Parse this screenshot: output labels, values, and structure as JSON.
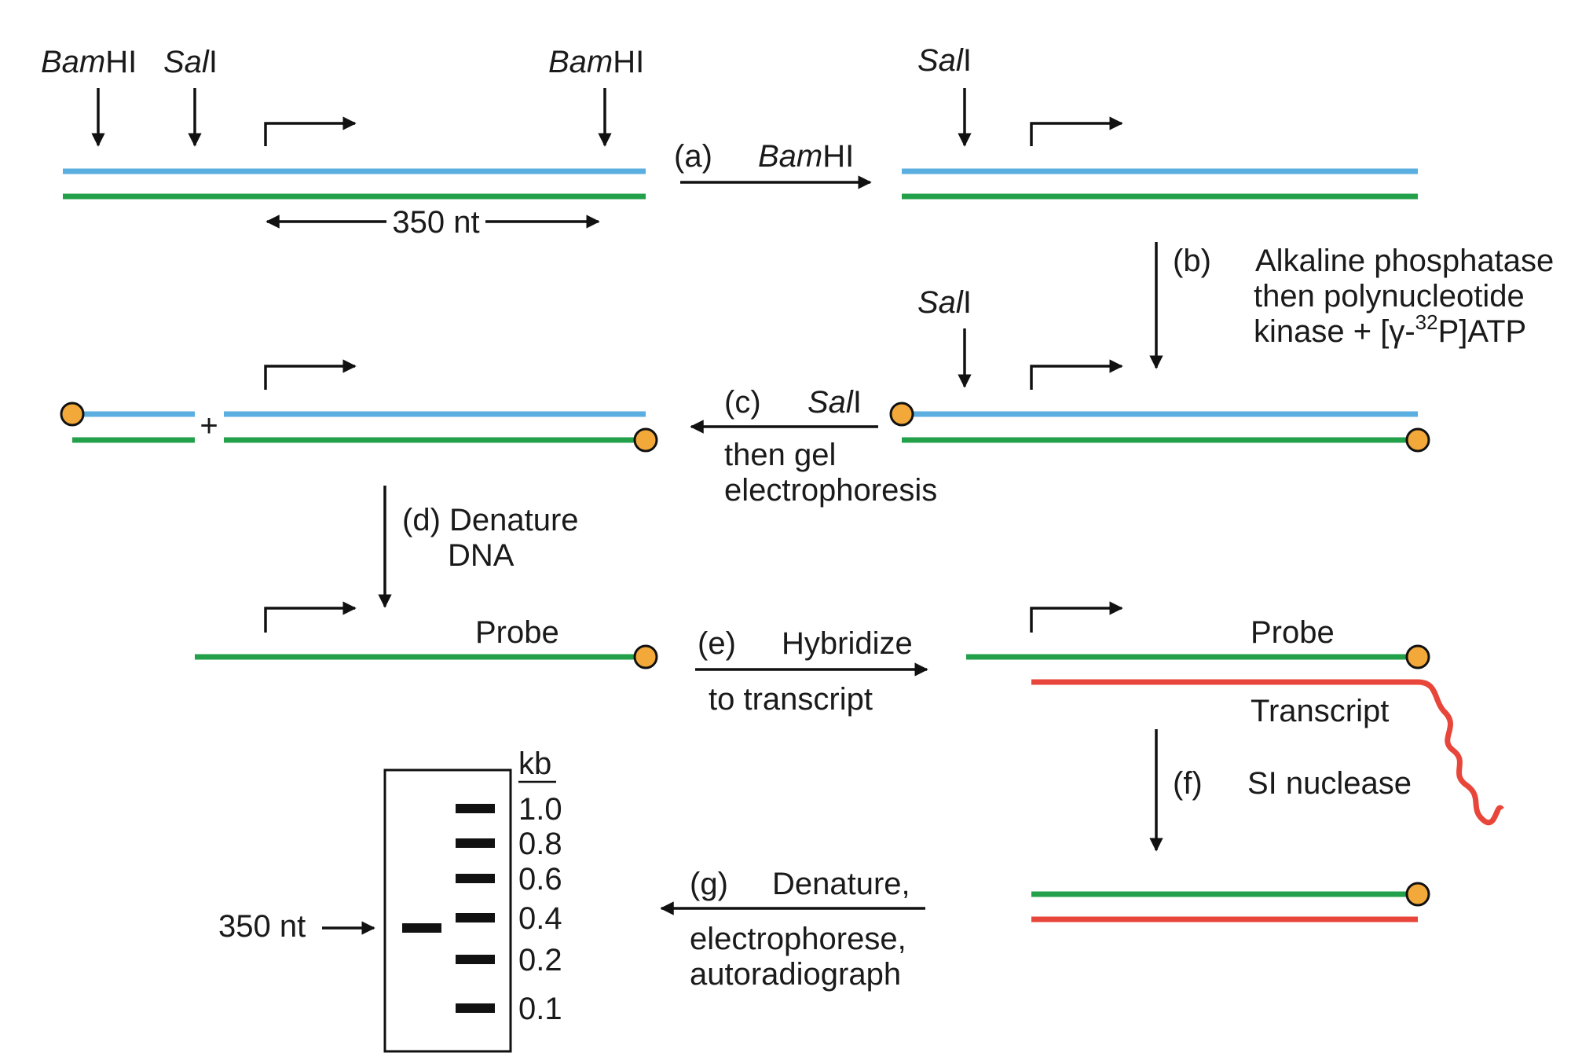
{
  "labels": {
    "bamhi_left": {
      "italic": "Bam",
      "plain": "HI"
    },
    "sali_top_left": {
      "italic": "Sal",
      "plain": "I"
    },
    "bamhi_right": {
      "italic": "Bam",
      "plain": "HI"
    },
    "sali_top_right": {
      "italic": "Sal",
      "plain": "I"
    },
    "sali_mid_right": {
      "italic": "Sal",
      "plain": "I"
    },
    "length_top": "350 nt",
    "plus": "+"
  },
  "steps": {
    "a": {
      "letter": "(a)",
      "enzyme_italic": "Bam",
      "enzyme_plain": "HI"
    },
    "b": {
      "letter": "(b)",
      "line1": "Alkaline phosphatase",
      "line2": "then polynucleotide",
      "line3_pre": "kinase + [γ-",
      "line3_sup": "32",
      "line3_post": "P]ATP"
    },
    "c": {
      "letter": "(c)",
      "enzyme_italic": "Sal",
      "enzyme_plain": "I",
      "line2": "then gel",
      "line3": "electrophoresis"
    },
    "d": {
      "line1": "(d) Denature",
      "line2": "DNA"
    },
    "e": {
      "letter": "(e)",
      "line1": "Hybridize",
      "line2": "to transcript"
    },
    "f": {
      "letter": "(f)",
      "line1": "SI nuclease"
    },
    "g": {
      "letter": "(g)",
      "line1": "Denature,",
      "line2": "electrophorese,",
      "line3": "autoradiograph"
    }
  },
  "strand_labels": {
    "probe_left": "Probe",
    "probe_right": "Probe",
    "transcript": "Transcript"
  },
  "gel": {
    "unit": "kb",
    "markers": [
      "1.0",
      "0.8",
      "0.6",
      "0.4",
      "0.2",
      "0.1"
    ],
    "sample_label": "350 nt"
  },
  "colors": {
    "template_strand": "#5aaee0",
    "coding_strand": "#23a04a",
    "transcript": "#e8463a",
    "label_dot": "#f3a93a"
  }
}
